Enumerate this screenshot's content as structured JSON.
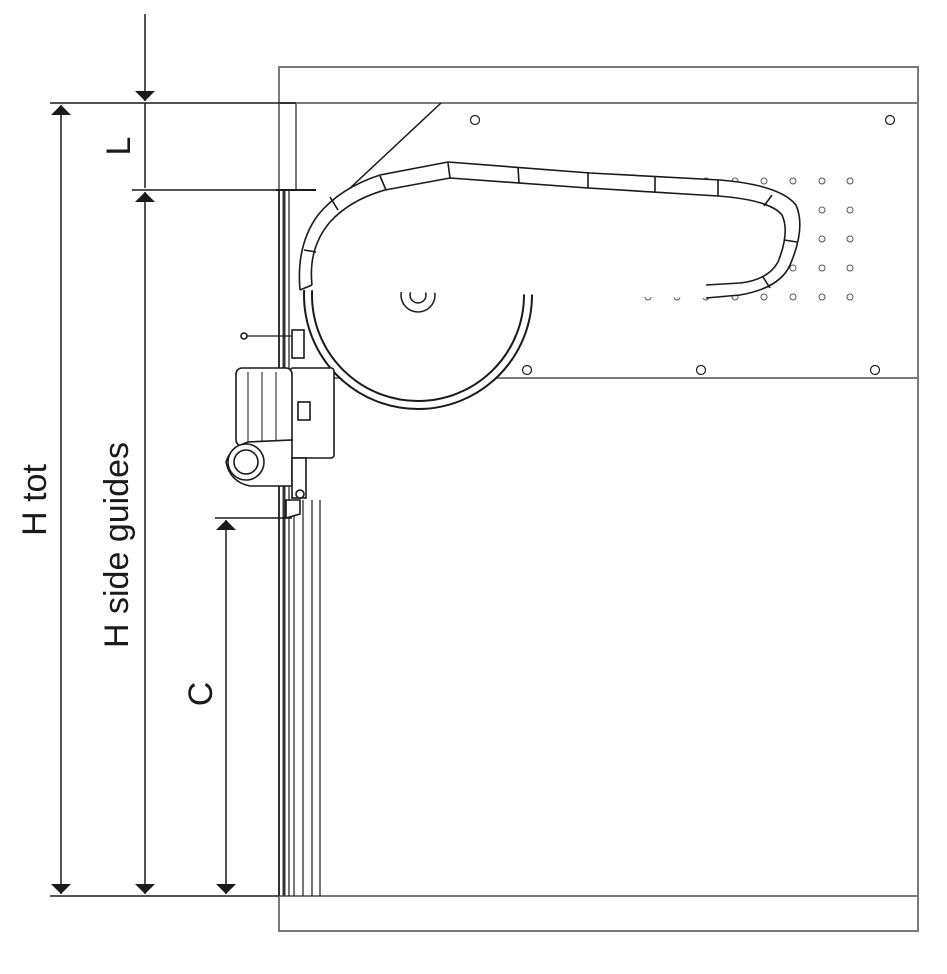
{
  "labels": {
    "h_tot": "H tot",
    "h_side_guides": "H side guides",
    "l": "L",
    "c": "C"
  },
  "colors": {
    "line": "#1a1a1a",
    "frame": "#7a7a7a",
    "background": "#ffffff"
  }
}
